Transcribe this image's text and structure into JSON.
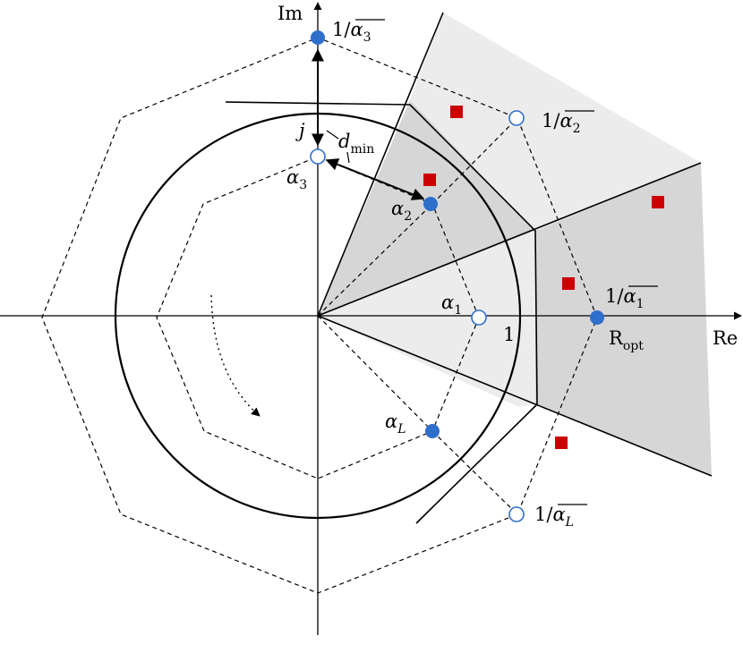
{
  "axes": {
    "real_label": "Re",
    "imag_label": "Im"
  },
  "unit_label": "1",
  "j_label": "j",
  "d_min": {
    "base": "d",
    "sub": "min"
  },
  "region_label": {
    "base": "R",
    "sub": "opt"
  },
  "points": {
    "alpha1": {
      "base": "α",
      "sub": "1"
    },
    "alpha2": {
      "base": "α",
      "sub": "2"
    },
    "alpha3": {
      "base": "α",
      "sub": "3"
    },
    "alphaL": {
      "base": "α",
      "sub": "L"
    },
    "inv1": {
      "prefix": "1/",
      "base": "α",
      "sub": "1"
    },
    "inv2": {
      "prefix": "1/",
      "base": "α",
      "sub": "2"
    },
    "inv3": {
      "prefix": "1/",
      "base": "α",
      "sub": "3"
    },
    "invL": {
      "prefix": "1/",
      "base": "α",
      "sub": "L"
    }
  },
  "colors": {
    "filled_point": "#2f6fcc",
    "hollow_point_stroke": "#2f6fcc",
    "square": "#cc0000",
    "light_region": "#ececec",
    "dark_region": "#d6d6d6"
  }
}
